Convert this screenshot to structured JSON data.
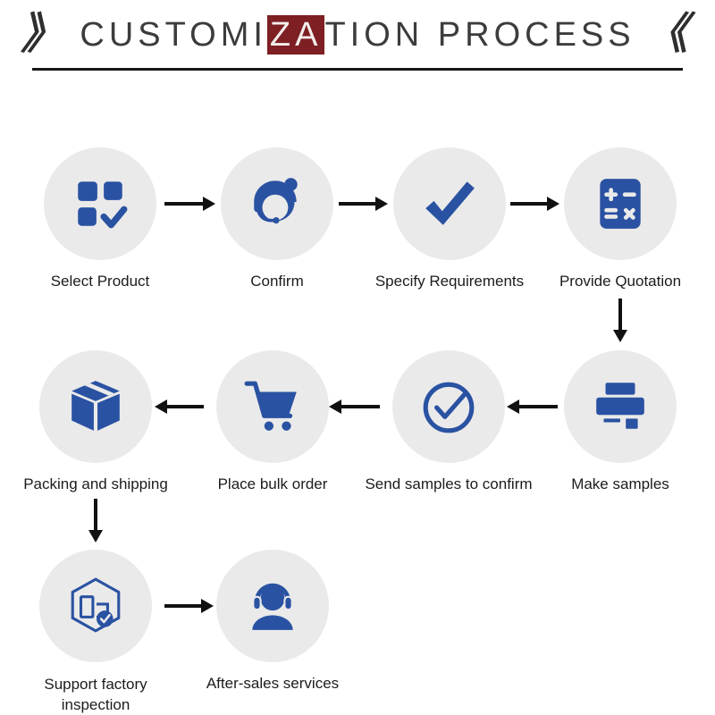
{
  "title": {
    "left_mark": "》",
    "text_prefix": "CUSTOMI",
    "text_highlight": "ZA",
    "text_suffix": "TION PROCESS",
    "right_mark": "《"
  },
  "steps": [
    {
      "label": "Select Product",
      "icon": "product-grid-check-icon"
    },
    {
      "label": "Confirm",
      "icon": "customer-service-icon"
    },
    {
      "label": "Specify Requirements",
      "icon": "big-checkmark-icon"
    },
    {
      "label": "Provide Quotation",
      "icon": "calculator-icon"
    },
    {
      "label": "Make samples",
      "icon": "printer-icon"
    },
    {
      "label": "Send samples to confirm",
      "icon": "circle-check-icon"
    },
    {
      "label": "Place bulk order",
      "icon": "shopping-cart-icon"
    },
    {
      "label": "Packing and shipping",
      "icon": "package-box-icon"
    },
    {
      "label": "Support factory inspection",
      "icon": "factory-inspection-icon"
    },
    {
      "label": "After-sales services",
      "icon": "headset-support-icon"
    }
  ],
  "colors": {
    "icon_blue": "#2a52a2",
    "circle_bg": "#eaeaea",
    "arrow_black": "#111111",
    "title_highlight_bg": "#7d1f23",
    "title_highlight_text": "#f3eeec"
  }
}
